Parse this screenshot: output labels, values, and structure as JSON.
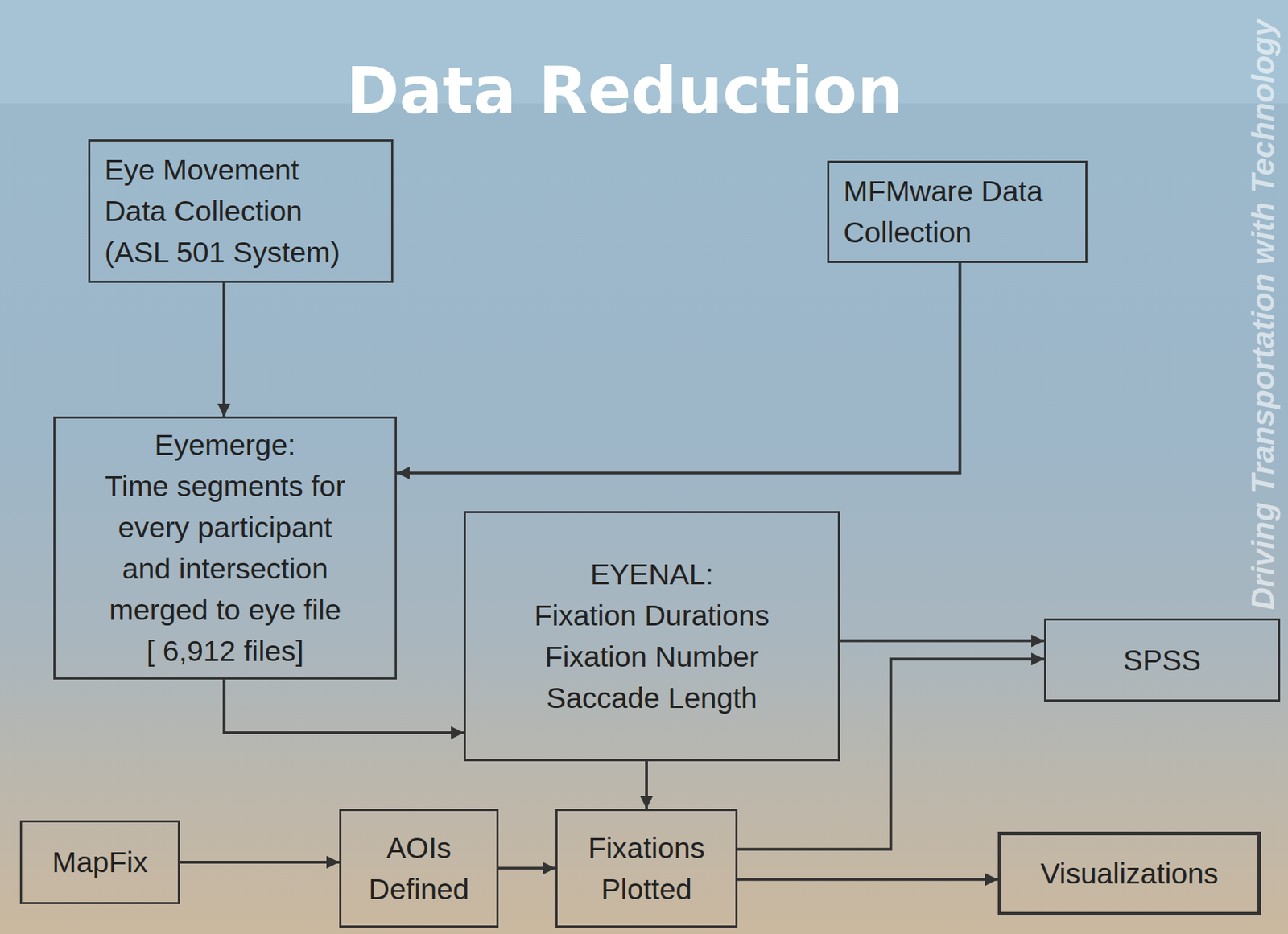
{
  "diagram": {
    "title": "Data Reduction",
    "nodes": [
      {
        "text": [
          "Eye Movement Data Collection (ASL 501 System)"
        ]
      },
      {
        "text": [
          "MFMware Data Collection"
        ]
      },
      {
        "text": [
          "Eyemerge:",
          "Time segments for every participant and intersection merged to eye file",
          "[ 6,912 files]"
        ]
      },
      {
        "text": [
          "EYENAL:",
          "Fixation Durations",
          "Fixation Number",
          "Saccade Length"
        ]
      },
      {
        "text": [
          "SPSS"
        ]
      },
      {
        "text": [
          "MapFix"
        ]
      },
      {
        "text": [
          "AOIs Defined"
        ]
      },
      {
        "text": [
          "Fixations Plotted"
        ]
      },
      {
        "text": [
          "Visualizations"
        ]
      }
    ],
    "edges": [
      {
        "from": 0,
        "to": 2,
        "arrow": "to"
      },
      {
        "from": 1,
        "to": 2,
        "arrow": "to"
      },
      {
        "from": 2,
        "to": 3,
        "arrow": "to"
      },
      {
        "from": 3,
        "to": 4,
        "arrow": "to"
      },
      {
        "from": 3,
        "to": 7,
        "arrow": "to"
      },
      {
        "from": 5,
        "to": 6,
        "arrow": "to"
      },
      {
        "from": 6,
        "to": 7,
        "arrow": "to"
      },
      {
        "from": 7,
        "to": 4,
        "arrow": "to"
      },
      {
        "from": 7,
        "to": 8,
        "arrow": "to"
      }
    ],
    "labels": [
      "Driving Transportation with Technology"
    ]
  }
}
